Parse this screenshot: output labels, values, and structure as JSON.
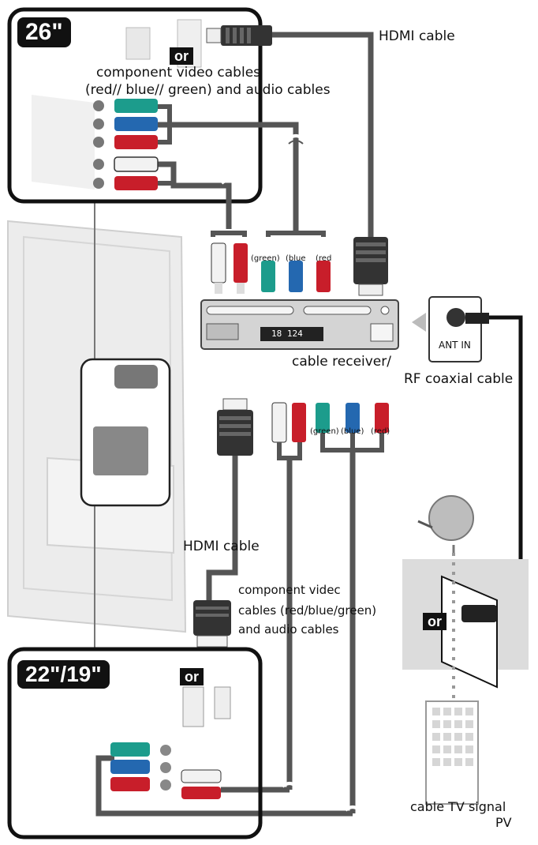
{
  "top_panel": {
    "size_label": "26\"",
    "or_label": "or",
    "component_label_line1": "component video cables",
    "component_label_line2": "(red// blue// green) and audio cables"
  },
  "top_hdmi_label": "HDMI cable",
  "receiver": {
    "plug_labels": [
      "(green)",
      "(blue",
      "(red"
    ],
    "display_text": "18 124",
    "label": "cable receiver/"
  },
  "antenna": {
    "jack_label": "ANT IN",
    "rf_label": "RF coaxial cable"
  },
  "lower_plugs": {
    "plug_labels": [
      "(green)",
      "(blue)",
      "(red)"
    ]
  },
  "bottom_hdmi_label": "HDMI cable",
  "bottom_component_label": {
    "line1": "component videc",
    "line2": "cables (red/blue/green)",
    "line3": "and audio cables"
  },
  "bottom_panel": {
    "size_label": "22\"/19\"",
    "or_label": "or"
  },
  "signal": {
    "or_label": "or",
    "line1": "cable TV signal",
    "line2": "PV"
  },
  "colors": {
    "cable": "#555555",
    "green": "#1c9c8c",
    "blue": "#2468b0",
    "red": "#c81e2a",
    "white": "#f2f2f2",
    "panel_border": "#111111"
  }
}
